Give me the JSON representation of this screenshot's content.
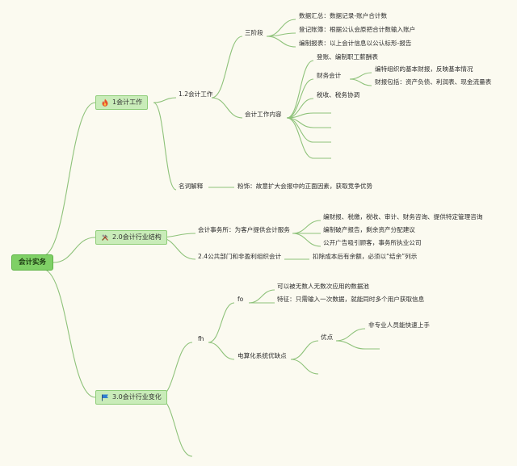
{
  "root": "会计实务",
  "branches": [
    {
      "label": "1会计工作",
      "icon": "fire-icon"
    },
    {
      "label": "2.0会计行业结构",
      "icon": "tools-icon"
    },
    {
      "label": "3.0会计行业变化",
      "icon": "flag-icon"
    }
  ],
  "b1": {
    "child1": "1.2会计工作",
    "three_stage": "三阶段",
    "stages": [
      "数据汇总：数据记录-账户合计数",
      "登记账簿：根据公认会原把合计数输入账户",
      "编制报表：以上会计信息以公认标形-报告"
    ],
    "content": "会计工作内容",
    "content_items": [
      "登账、编制职工薪酬表",
      "财务会计",
      "税收、税务协调"
    ],
    "fin_items": [
      "编特组织的基本财报，反映基本情况",
      "财报包括：资产负债、利润表、现金流量表"
    ],
    "term": "名词解释",
    "term_desc": "粉饰：故意扩大会报中的正面因素，获取竞争优势"
  },
  "b2": {
    "firm": "会计事务所：为客户提供会计服务",
    "firm_items": [
      "编财报、税缴，税收、审计、财务咨询、提供特定管理咨询",
      "编制破产报告，剩余资产分配建议",
      "公开广告吸引顾客，事务所执业公司"
    ],
    "public": "2.4公共部门和非盈利组织会计",
    "public_desc": "扣除成本后有余额，必须以“结余”列示"
  },
  "b3": {
    "fh": "fh",
    "fo": "fo",
    "fo_items": [
      "可以被无数人无数次应用的数据池",
      "特征：只需输入一次数据，就能同时多个用户获取信息"
    ],
    "ea": "电算化系统优缺点",
    "pros": "优点",
    "pros_item": "非专业人员能快速上手"
  },
  "colors": {
    "line": "#8ec27a",
    "node": "#c9ecb9",
    "root": "#7fd066"
  }
}
